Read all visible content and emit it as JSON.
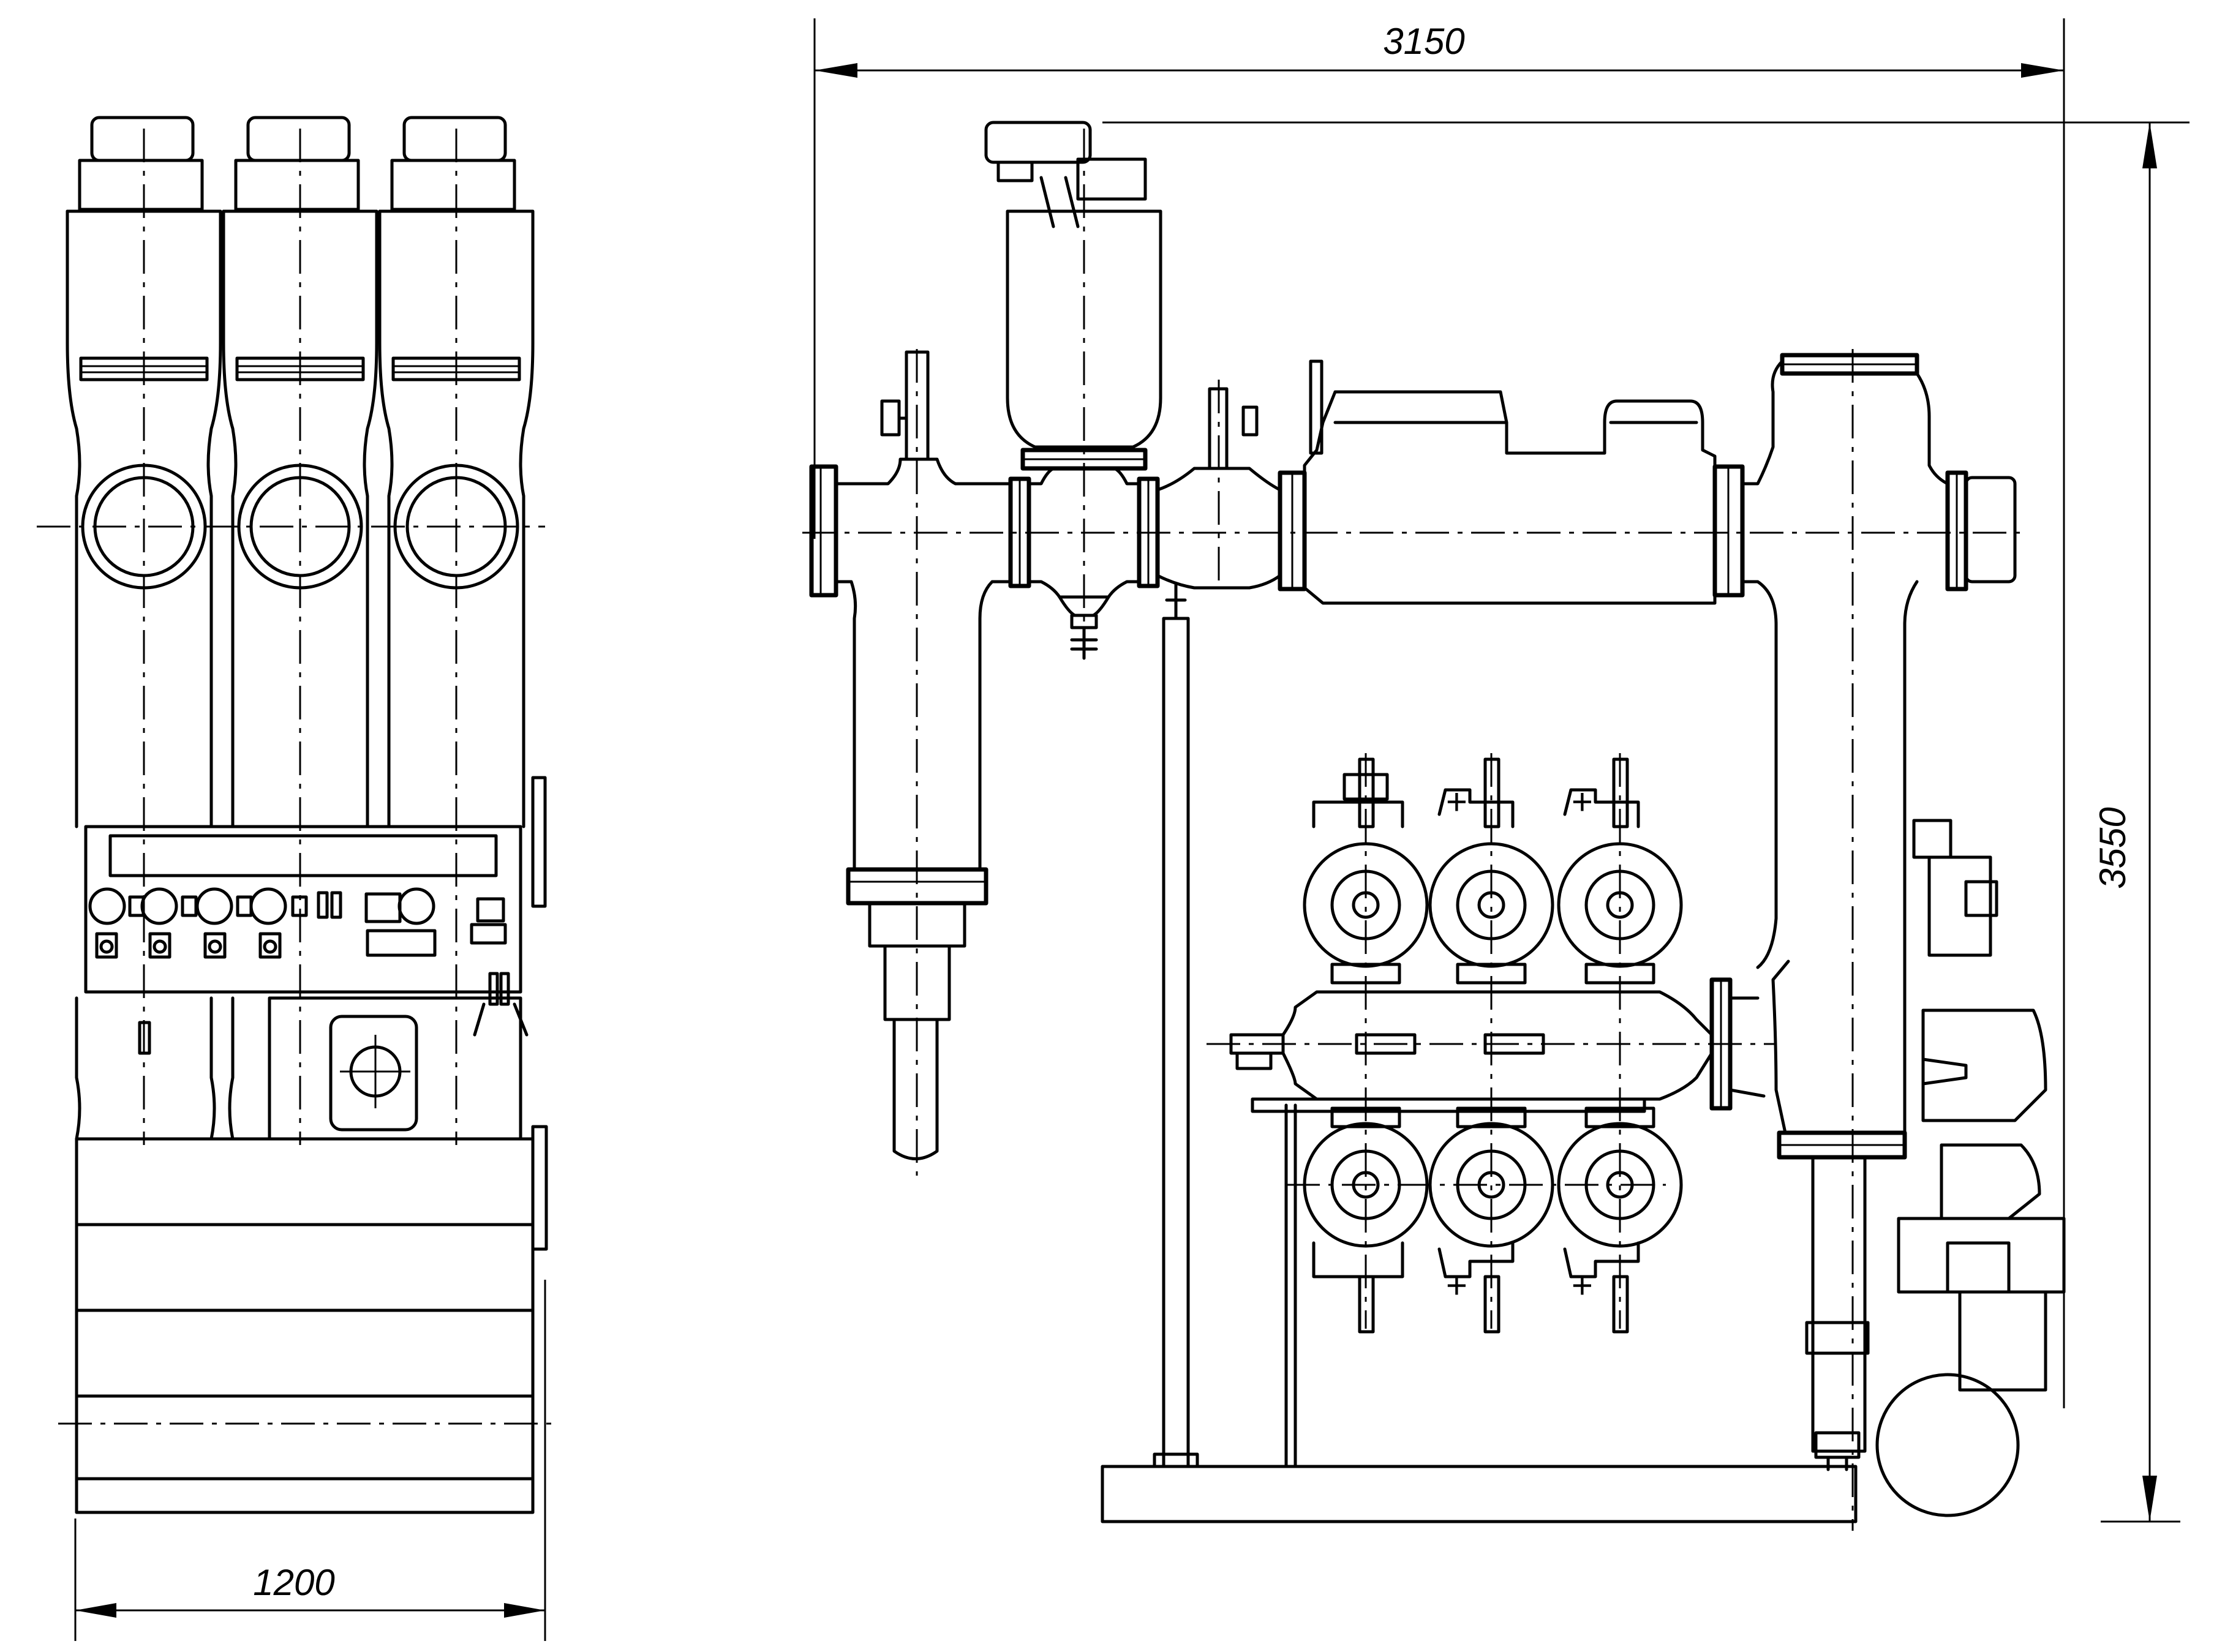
{
  "drawing": {
    "dimensions": {
      "overall_length": "3150",
      "overall_height": "3550",
      "overall_width": "1200"
    }
  }
}
